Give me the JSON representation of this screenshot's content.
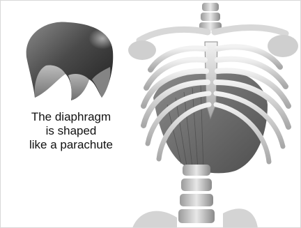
{
  "caption": {
    "line1": "The diaphragm",
    "line2": "is shaped",
    "line3": "like a parachute"
  },
  "colors": {
    "background": "#ffffff",
    "diaphragm_dark": "#2e2e2e",
    "diaphragm_mid": "#6a6a6a",
    "diaphragm_light": "#b8b8b8",
    "bone_light": "#e6e6e6",
    "bone_shadow": "#8a8a8a",
    "muscle": "#6e6e6e"
  },
  "icons": {
    "diaphragm": "diaphragm-parachute-illustration",
    "skeleton": "ribcage-skeleton-illustration"
  }
}
